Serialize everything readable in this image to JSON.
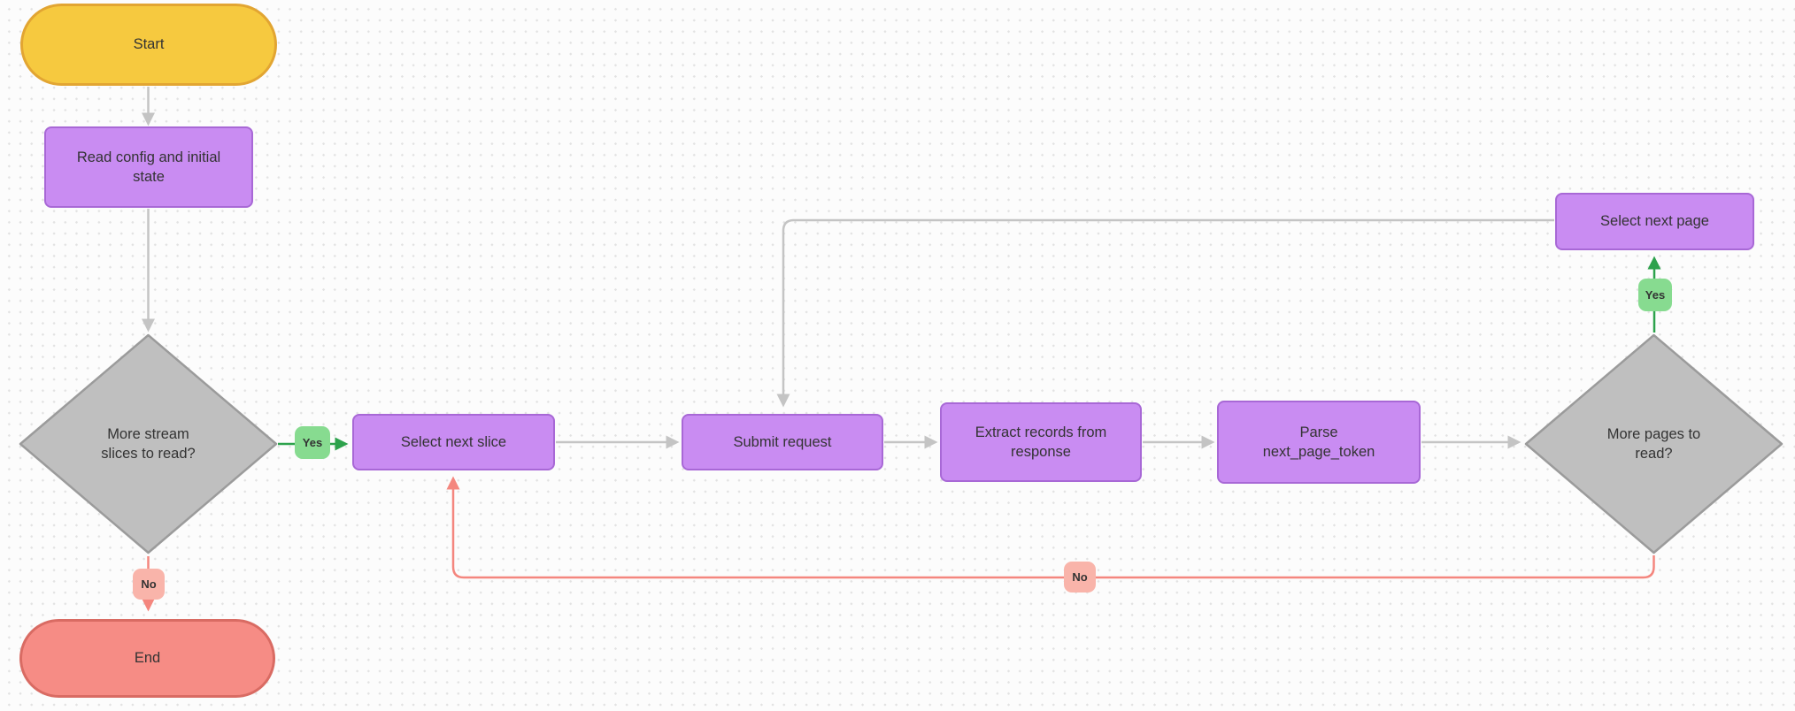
{
  "diagram": {
    "type": "flowchart",
    "canvas": {
      "background": "#FCFCFC",
      "dot_color": "#E2E2E2"
    },
    "nodes": [
      {
        "id": "start",
        "shape": "terminal",
        "label": "Start",
        "fill": "#F6C93F",
        "border": "#E2A532"
      },
      {
        "id": "read-config",
        "shape": "process",
        "label": "Read config and initial state",
        "fill": "#C98CF2",
        "border": "#A868D6"
      },
      {
        "id": "more-stream-slices",
        "shape": "decision",
        "label": "More stream slices to read?",
        "fill": "#BFBFBF",
        "border": "#9B9B9B"
      },
      {
        "id": "select-next-slice",
        "shape": "process",
        "label": "Select next slice",
        "fill": "#C98CF2",
        "border": "#A868D6"
      },
      {
        "id": "submit-request",
        "shape": "process",
        "label": "Submit request",
        "fill": "#C98CF2",
        "border": "#A868D6"
      },
      {
        "id": "extract-records",
        "shape": "process",
        "label": "Extract records from response",
        "fill": "#C98CF2",
        "border": "#A868D6"
      },
      {
        "id": "parse-next-page-token",
        "shape": "process",
        "label": "Parse next_page_token",
        "fill": "#C98CF2",
        "border": "#A868D6"
      },
      {
        "id": "more-pages",
        "shape": "decision",
        "label": "More pages to read?",
        "fill": "#BFBFBF",
        "border": "#9B9B9B"
      },
      {
        "id": "select-next-page",
        "shape": "process",
        "label": "Select next page",
        "fill": "#C98CF2",
        "border": "#A868D6"
      },
      {
        "id": "end",
        "shape": "terminal",
        "label": "End",
        "fill": "#F68C85",
        "border": "#D96B63"
      }
    ],
    "edges": [
      {
        "from": "start",
        "to": "read-config",
        "color": "#C4C4C4"
      },
      {
        "from": "read-config",
        "to": "more-stream-slices",
        "color": "#C4C4C4"
      },
      {
        "from": "more-stream-slices",
        "to": "select-next-slice",
        "label": "Yes",
        "color": "#2FA44E"
      },
      {
        "from": "more-stream-slices",
        "to": "end",
        "label": "No",
        "color": "#F4867E"
      },
      {
        "from": "select-next-slice",
        "to": "submit-request",
        "color": "#C4C4C4"
      },
      {
        "from": "submit-request",
        "to": "extract-records",
        "color": "#C4C4C4"
      },
      {
        "from": "extract-records",
        "to": "parse-next-page-token",
        "color": "#C4C4C4"
      },
      {
        "from": "parse-next-page-token",
        "to": "more-pages",
        "color": "#C4C4C4"
      },
      {
        "from": "more-pages",
        "to": "select-next-page",
        "label": "Yes",
        "color": "#2FA44E"
      },
      {
        "from": "select-next-page",
        "to": "submit-request",
        "color": "#C4C4C4"
      },
      {
        "from": "more-pages",
        "to": "select-next-slice",
        "label": "No",
        "color": "#F4867E"
      }
    ],
    "badges": [
      {
        "id": "yes-more-slices",
        "label": "Yes",
        "fill": "#87DB90"
      },
      {
        "id": "no-more-slices",
        "label": "No",
        "fill": "#F9B4AA"
      },
      {
        "id": "yes-more-pages",
        "label": "Yes",
        "fill": "#87DB90"
      },
      {
        "id": "no-more-pages",
        "label": "No",
        "fill": "#F9B4AA"
      }
    ]
  }
}
